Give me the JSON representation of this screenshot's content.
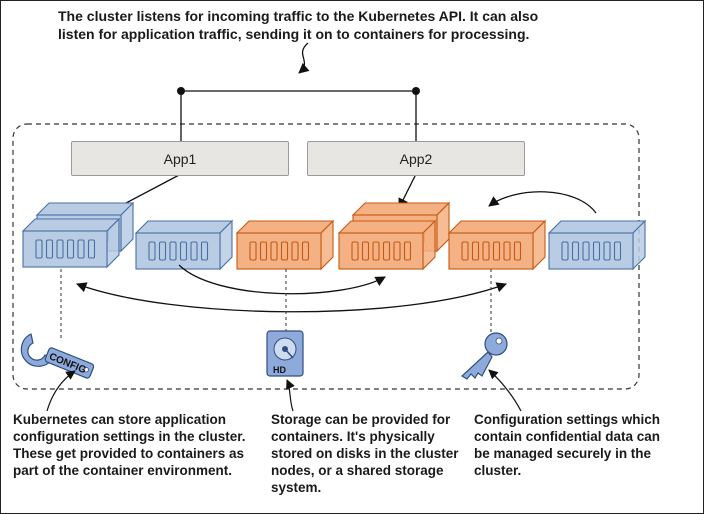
{
  "annotations": {
    "top": "The cluster listens for incoming traffic to the Kubernetes API. It can also\nlisten for application traffic, sending it on to containers for processing.",
    "config": "Kubernetes can store application\nconfiguration settings in the cluster.\nThese get provided to containers as\npart of the container environment.",
    "storage": "Storage can be provided for\ncontainers. It's physically\nstored on disks in the cluster\nnodes, or a shared storage\nsystem.",
    "secrets": "Configuration settings which\ncontain confidential data can\nbe managed securely in the\ncluster."
  },
  "apps": [
    {
      "label": "App1"
    },
    {
      "label": "App2"
    }
  ],
  "icons": {
    "config_label": "CONFIG",
    "disk_label": "HD"
  },
  "colors": {
    "blue_container": "#b8cce4",
    "blue_stroke": "#4a6fa5",
    "orange_container": "#f4b183",
    "orange_stroke": "#c65911",
    "icon_blue": "#8eaadb",
    "app_box": "#e7e6e3"
  },
  "containers": [
    {
      "color": "blue",
      "stacked": true
    },
    {
      "color": "blue",
      "stacked": false
    },
    {
      "color": "orange",
      "stacked": false
    },
    {
      "color": "orange",
      "stacked": true
    },
    {
      "color": "orange",
      "stacked": false
    },
    {
      "color": "blue",
      "stacked": false
    }
  ]
}
